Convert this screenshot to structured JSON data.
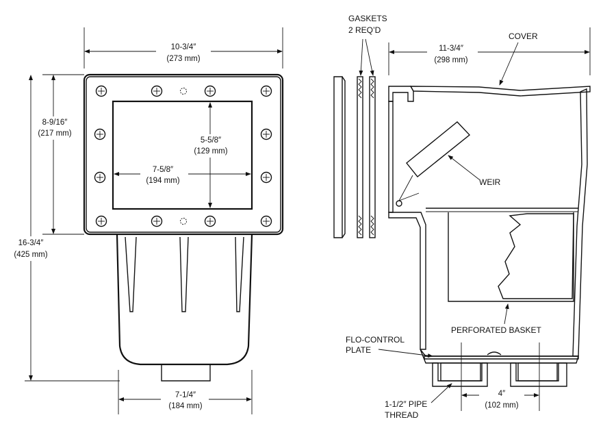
{
  "front_view": {
    "width_dim": [
      "10-3/4″",
      "(273 mm)"
    ],
    "upper_height_dim": [
      "8-9/16″",
      "(217 mm)"
    ],
    "total_height_dim": [
      "16-3/4″",
      "(425 mm)"
    ],
    "opening_height_dim": [
      "5-5/8″",
      "(129 mm)"
    ],
    "opening_width_dim": [
      "7-5/8″",
      "(194 mm)"
    ],
    "base_width_dim": [
      "7-1/4″",
      "(184 mm)"
    ]
  },
  "side_view": {
    "gaskets_label": [
      "GASKETS",
      "2 REQ’D"
    ],
    "depth_dim": [
      "11-3/4″",
      "(298 mm)"
    ],
    "cover_label": "COVER",
    "weir_label": "WEIR",
    "basket_label": "PERFORATED BASKET",
    "plate_label": [
      "FLO-CONTROL",
      "PLATE"
    ],
    "pipe_label": [
      "1-1/2″ PIPE",
      "THREAD"
    ],
    "pipe_spacing_dim": [
      "4″",
      "(102 mm)"
    ]
  }
}
